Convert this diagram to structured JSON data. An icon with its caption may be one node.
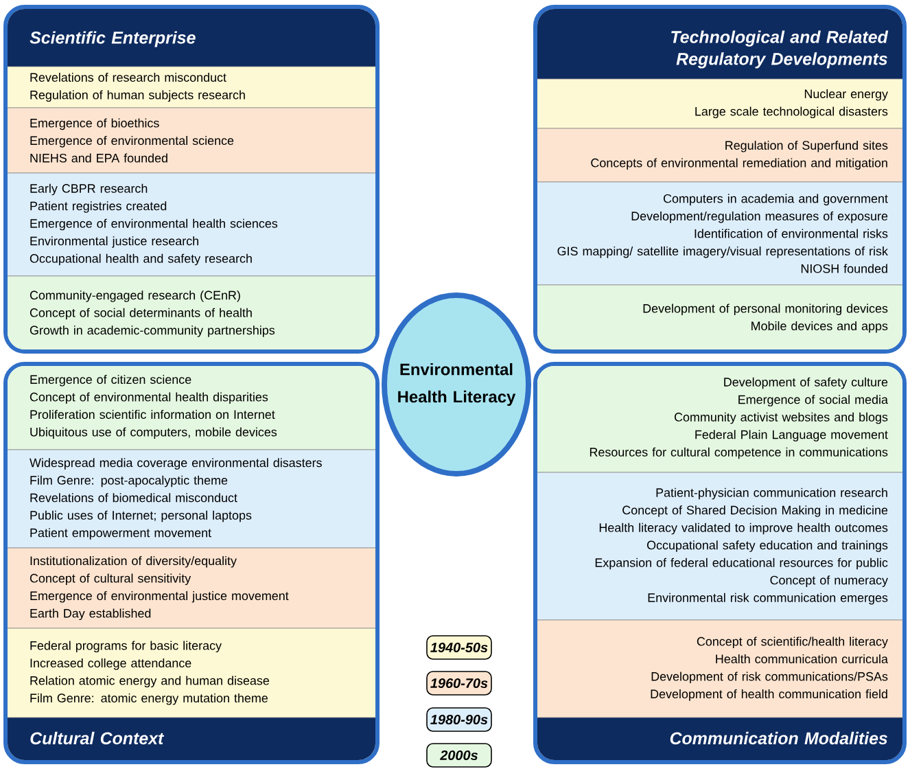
{
  "diagram": {
    "nodes": [
      {
        "text": [
          "Scientific Enterprise"
        ]
      },
      {
        "text": [
          "Revelations of research misconduct",
          "Regulation of human subjects research"
        ],
        "in": 0
      },
      {
        "text": [
          "Emergence of bioethics",
          "Emergence of environmental science",
          "NIEHS and EPA founded"
        ],
        "in": 0
      },
      {
        "text": [
          "Early CBPR research",
          "Patient registries created",
          "Emergence of environmental health sciences",
          "Environmental justice research",
          "Occupational health and safety research"
        ],
        "in": 0
      },
      {
        "text": [
          "Community-engaged research (CEnR)",
          "Concept of social determinants of health",
          "Growth in academic-community partnerships"
        ],
        "in": 0
      },
      {
        "text": [
          "Technological and Related Regulatory Developments"
        ]
      },
      {
        "text": [
          "Nuclear energy",
          "Large scale technological disasters"
        ],
        "in": 5
      },
      {
        "text": [
          "Regulation of Superfund sites",
          "Concepts of environmental remediation and mitigation"
        ],
        "in": 5
      },
      {
        "text": [
          "Computers in academia and government",
          "Development/regulation measures of exposure",
          "Identification of environmental risks",
          "GIS mapping/ satellite imagery/visual representations of risk",
          "NIOSH founded"
        ],
        "in": 5
      },
      {
        "text": [
          "Development of personal monitoring devices",
          "Mobile devices and apps"
        ],
        "in": 5
      },
      {
        "text": [
          "Cultural Context"
        ]
      },
      {
        "text": [
          "Emergence of citizen science",
          "Concept of environmental health disparities",
          "Proliferation scientific information on Internet",
          "Ubiquitous use of computers, mobile devices"
        ],
        "in": 10
      },
      {
        "text": [
          "Widespread media coverage environmental disasters",
          "Film Genre: post-apocalyptic theme",
          "Revelations of biomedical misconduct",
          "Public uses of Internet; personal laptops",
          "Patient empowerment movement"
        ],
        "in": 10
      },
      {
        "text": [
          "Institutionalization of diversity/equality",
          "Concept of cultural sensitivity",
          "Emergence of environmental justice movement",
          "Earth Day established"
        ],
        "in": 10
      },
      {
        "text": [
          "Federal programs for basic literacy",
          "Increased college attendance",
          "Relation atomic energy and human disease",
          "Film Genre: atomic energy mutation theme"
        ],
        "in": 10
      },
      {
        "text": [
          "Communication Modalities"
        ]
      },
      {
        "text": [
          "Development of safety culture",
          "Emergence of social media",
          "Community activist websites and blogs",
          "Federal Plain Language movement",
          "Resources for cultural competence in communications"
        ],
        "in": 15
      },
      {
        "text": [
          "Patient-physician communication research",
          "Concept of Shared Decision Making in medicine",
          "Health literacy validated to improve health outcomes",
          "Occupational safety education and trainings",
          "Expansion of federal educational resources for public",
          "Concept of numeracy",
          "Environmental risk communication emerges"
        ],
        "in": 15
      },
      {
        "text": [
          "Concept of scientific/health literacy",
          "Health communication curricula",
          "Development of risk communications/PSAs",
          "Development of health communication field"
        ],
        "in": 15
      },
      {
        "text": [
          "Environmental Health Literacy"
        ]
      }
    ],
    "legend": [
      {
        "text": "1940-50s",
        "color": "#fdf9d4"
      },
      {
        "text": "1960-70s",
        "color": "#fce4d0"
      },
      {
        "text": "1980-90s",
        "color": "#ddeefb"
      },
      {
        "text": "2000s",
        "color": "#e4f7e0"
      }
    ]
  }
}
